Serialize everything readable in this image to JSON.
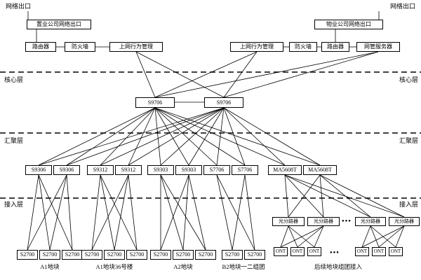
{
  "title_labels": {
    "net_exit_left": "网络出口",
    "net_exit_right": "网络出口"
  },
  "exits": {
    "zhiye": "置业公司网络出口",
    "wuye": "物业公司网络出口"
  },
  "edge_left": {
    "router": "路由器",
    "firewall": "防火墙",
    "behavior_mgmt": "上网行为管理"
  },
  "edge_right": {
    "behavior_mgmt": "上网行为管理",
    "firewall": "防火墙",
    "router": "路由器",
    "nms_server": "网管服务器"
  },
  "layers": {
    "core": "核心层",
    "aggregation": "汇聚层",
    "access": "接入层"
  },
  "core_switches": [
    "S9706",
    "S9706"
  ],
  "agg_switches": [
    "S9306",
    "S9306",
    "S9312",
    "S9312",
    "S9303",
    "S9303",
    "S7706",
    "S7706",
    "MA5608T",
    "MA5608T"
  ],
  "access": {
    "switch_label": "S2700",
    "splitter_label": "光分路器",
    "ont_label": "ONT",
    "ellipsis": "●●●"
  },
  "area_labels": [
    "A1地块",
    "A1地块36号楼",
    "A2地块",
    "B2地块一二组团",
    "后续地块组团接入"
  ]
}
